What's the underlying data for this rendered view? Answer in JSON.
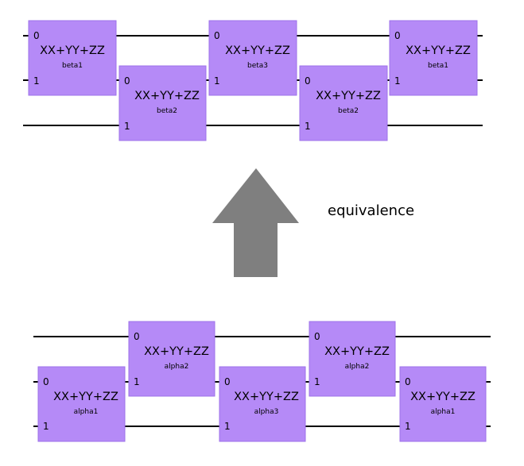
{
  "equivalence_label": "equivalence",
  "arrow": {
    "color": "#7f7f7f",
    "direction": "up"
  },
  "gate_color": "#b58af7",
  "top_circuit": {
    "gates": [
      {
        "operator": "XX+YY+ZZ",
        "param": "beta1",
        "pin_top": "0",
        "pin_bottom": "1"
      },
      {
        "operator": "XX+YY+ZZ",
        "param": "beta2",
        "pin_top": "0",
        "pin_bottom": "1"
      },
      {
        "operator": "XX+YY+ZZ",
        "param": "beta3",
        "pin_top": "0",
        "pin_bottom": "1"
      },
      {
        "operator": "XX+YY+ZZ",
        "param": "beta2",
        "pin_top": "0",
        "pin_bottom": "1"
      },
      {
        "operator": "XX+YY+ZZ",
        "param": "beta1",
        "pin_top": "0",
        "pin_bottom": "1"
      }
    ]
  },
  "bottom_circuit": {
    "gates": [
      {
        "operator": "XX+YY+ZZ",
        "param": "alpha2",
        "pin_top": "0",
        "pin_bottom": "1"
      },
      {
        "operator": "XX+YY+ZZ",
        "param": "alpha2",
        "pin_top": "0",
        "pin_bottom": "1"
      },
      {
        "operator": "XX+YY+ZZ",
        "param": "alpha1",
        "pin_top": "0",
        "pin_bottom": "1"
      },
      {
        "operator": "XX+YY+ZZ",
        "param": "alpha3",
        "pin_top": "0",
        "pin_bottom": "1"
      },
      {
        "operator": "XX+YY+ZZ",
        "param": "alpha1",
        "pin_top": "0",
        "pin_bottom": "1"
      }
    ]
  }
}
